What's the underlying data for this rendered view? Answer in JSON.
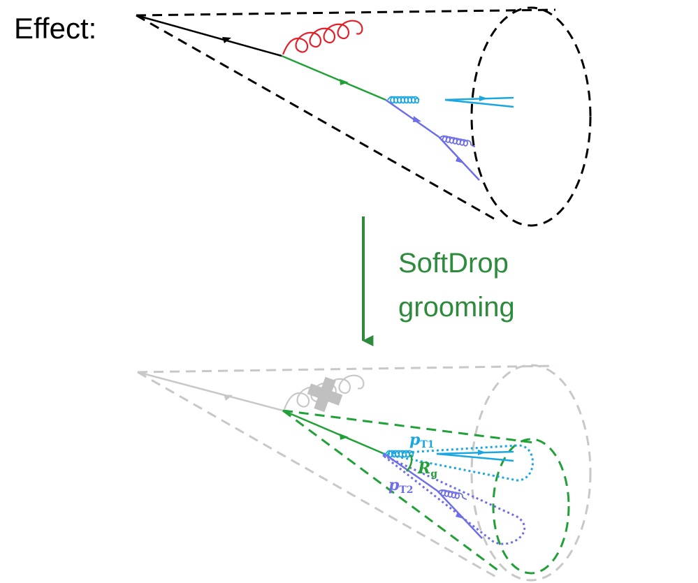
{
  "labels": {
    "effect": "Effect:",
    "step_line1": "SoftDrop",
    "step_line2": "grooming",
    "pt1_main": "p",
    "pt1_sub": "T1",
    "pt2_main": "p",
    "pt2_sub": "T2",
    "rg_main": "R",
    "rg_sub": "g"
  },
  "colors": {
    "text": "#000000",
    "quark_initial": "#000000",
    "quark_green": "#22a038",
    "gluon_radiated": "#e3202a",
    "cyan_branch": "#1aa6e0",
    "blue_branch": "#6e6ee8",
    "cone_outer": "#000000",
    "groomed_gray": "#c8c8c8",
    "groomed_cone": "#22a038",
    "arrow": "#2e8b3d"
  },
  "icons": {
    "removed_marker": "cross-icon"
  }
}
